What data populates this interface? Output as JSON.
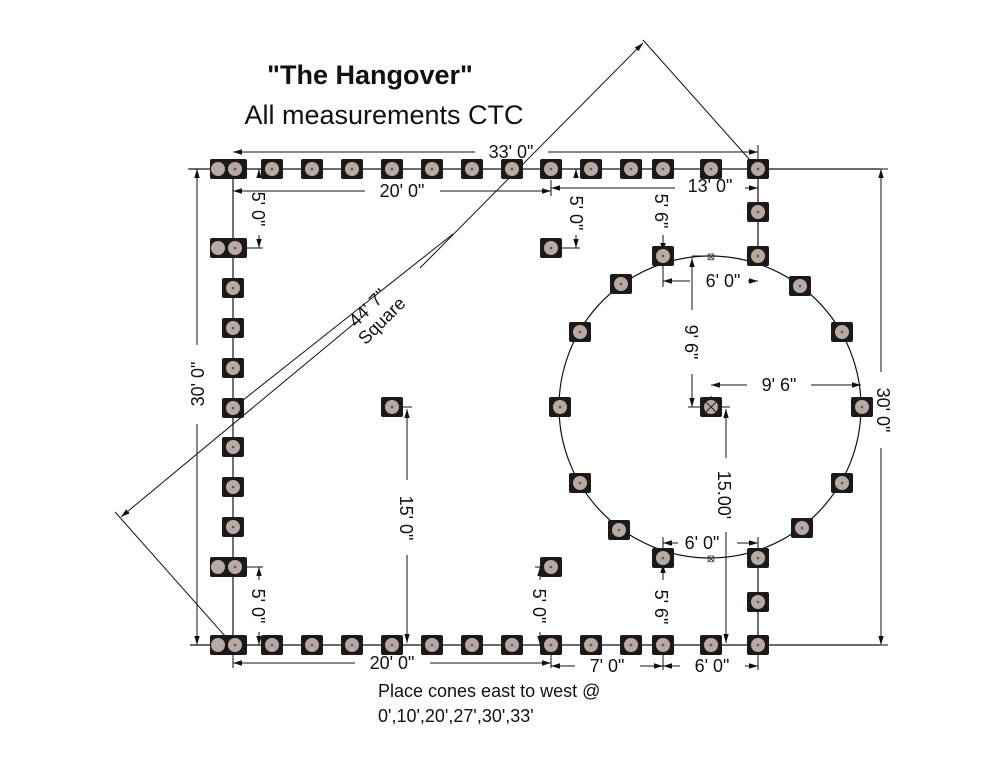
{
  "title": "\"The Hangover\"",
  "subtitle": "All measurements CTC",
  "colors": {
    "line": "#111111",
    "cone_base": "#1a1a1a",
    "cone_top": "#b8aaa0",
    "background": "#ffffff"
  },
  "dimensions": {
    "overall_width": "33' 0\"",
    "top_left_span": "20' 0\"",
    "top_right_span": "13' 0\"",
    "top_left_offset": "5' 0\"",
    "top_mid_offset": "5' 0\"",
    "circle_top_offset": "5' 6\"",
    "circle_top_gap": "6' 0\"",
    "circle_radius_vertical": "9' 6\"",
    "circle_radius_horizontal": "9' 6\"",
    "center_to_bottom": "15.00'",
    "circle_bottom_gap": "6' 0\"",
    "circle_bottom_offset": "5' 6\"",
    "left_height": "30' 0\"",
    "right_height": "30' 0\"",
    "mid_cone_height": "15' 0\"",
    "bottom_left_offset": "5' 0\"",
    "bottom_mid_offset": "5' 0\"",
    "bottom_left_span": "20' 0\"",
    "bottom_mid_span": "7' 0\"",
    "bottom_right_span": "6' 0\"",
    "diagonal_length": "44' 7\"",
    "diagonal_label": "Square"
  },
  "note": {
    "line1": "Place cones east to west @",
    "line2": "0',10',20',27',30',33'"
  },
  "icons": {
    "cone": "cone-marker-icon",
    "center_mark": "center-cross-icon"
  }
}
